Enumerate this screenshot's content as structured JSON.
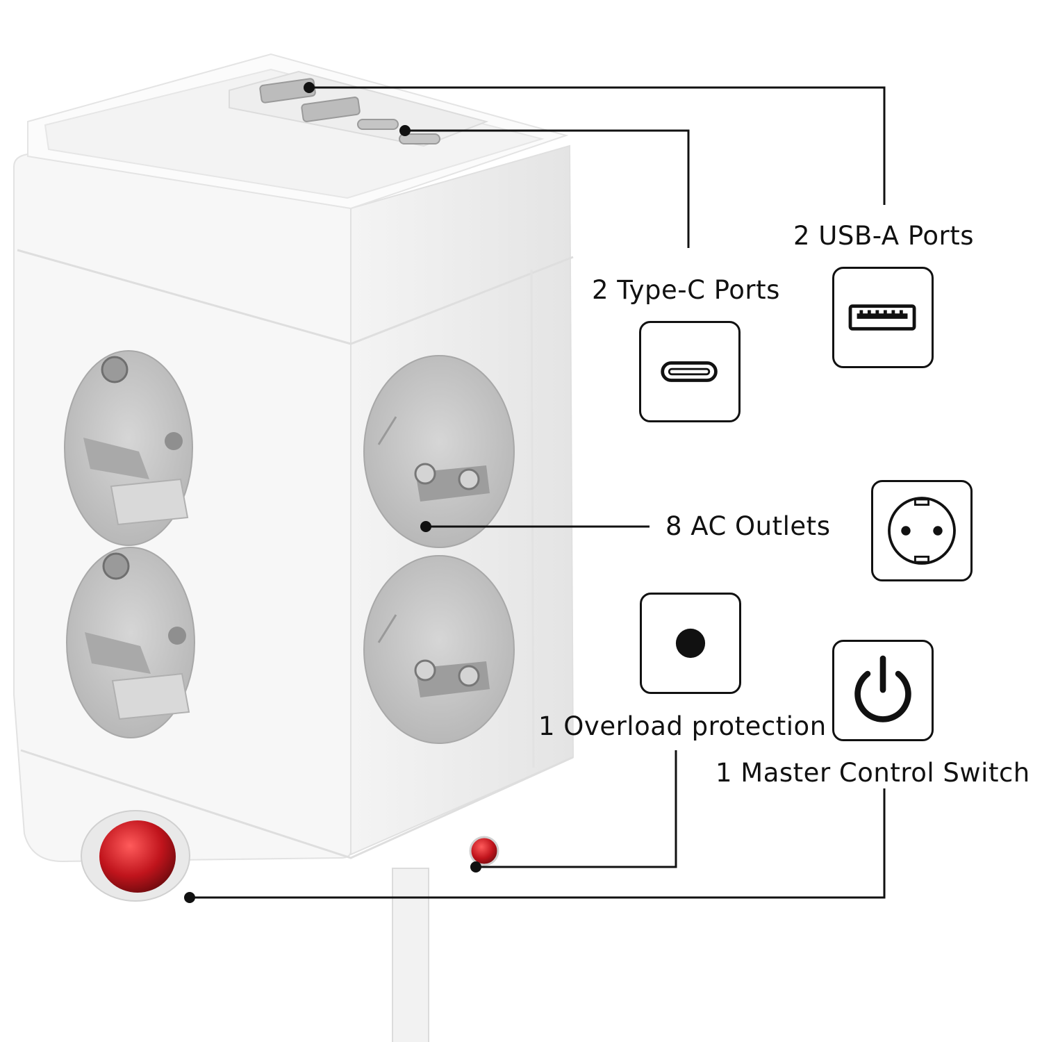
{
  "labels": {
    "usb_a": "2 USB-A Ports",
    "type_c": "2 Type-C Ports",
    "ac_outlets": "8 AC Outlets",
    "overload": "1 Overload protection",
    "master_switch": "1 Master Control Switch"
  },
  "icons": {
    "usb_a": "usb-a-port-icon",
    "type_c": "usb-c-port-icon",
    "ac_outlet": "schuko-socket-icon",
    "overload": "overload-dot-icon",
    "power": "power-icon"
  },
  "colors": {
    "body": "#f7f7f7",
    "socket": "#c9c9c9",
    "switch_red": "#c0141c",
    "line": "#111111"
  }
}
